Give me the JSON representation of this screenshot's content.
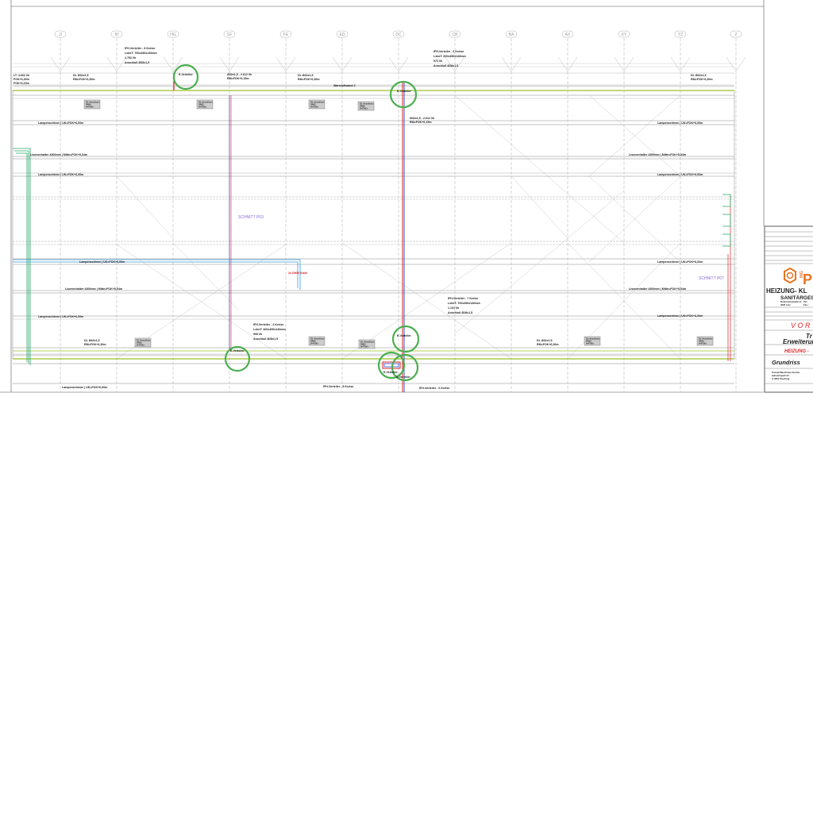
{
  "drawing": {
    "grid_axes": [
      "JI",
      "IH",
      "HG",
      "GF",
      "FE",
      "ED",
      "DC",
      "CB",
      "BA",
      "AX",
      "XY",
      "YZ",
      "Z"
    ],
    "colors": {
      "heating_supply": "#d9262a",
      "heating_return": "#3b4fd8",
      "gas": "#2aa86a",
      "highlight": "#4caf50",
      "floor": "#9bbf2a",
      "orange": "#e8731e"
    },
    "annotations": {
      "ifh8": [
        "IFH-Verteiler - 8 Kreise",
        "LxbxT: 700x450x140mm",
        "1.752 l/h",
        "Anschluß Ø35x1,5"
      ],
      "ifh6": [
        "IFH-Verteiler - 6 Kreise",
        "LxbxT: 600x450x140mm",
        "573 l/h",
        "Anschluß Ø28x1,5"
      ],
      "ifh7": [
        "IFH-Verteiler - 7 Kreise",
        "LxbxT: 700x450x140mm",
        "1.131 l/h",
        "Anschluß Ø28x1,5"
      ],
      "ifh4": [
        "IFH-Verteiler - 4 Kreise",
        "LxbxT: 400x450x140mm",
        "908 l/h",
        "Anschluß Ø28x1,5"
      ],
      "ifh5": "IFH-Verteiler - 5 Kreise",
      "ifh_other": "IFH-Verteiler - 6 Kreise",
      "e_verteiler": "E-Verteiler",
      "lamp": "Lampenschiene | UK=FOK+6,00m",
      "lisene": "Lisenenhalter 4300mm | Mitte=FOK+5,04m",
      "dl": [
        "DL Ø42x1,5",
        "RM=FOK+6,30m"
      ],
      "dl_anschluss": [
        "DL-Anschluss",
        "DN32",
        "H=FOK+"
      ],
      "ifh_pipe": [
        "IFH",
        "Ø42x1,5 - 2.612 l/h",
        "RM=FOK+6,15m"
      ],
      "warmluft": "Warmluftwand 2",
      "red_note": "2x DN50 Stahl",
      "left_values": [
        "LT: 4.662 l/h",
        "FOK+6,30m",
        "FOK+6,15m"
      ],
      "schnitt_p03": "SCHNITT P03",
      "schnitt_p07": "SCHNITT P07"
    }
  },
  "title_block": {
    "company_line1": "HEIZUNG- KL",
    "company_line2": "SANITÄRGES",
    "address": [
      "Rohrmannstraße 14",
      "4020 Linz"
    ],
    "phone": [
      "Tel.:",
      "Fax.:"
    ],
    "logo_text": "ING",
    "logo_letter": "P",
    "stage": "V O R",
    "project_line1": "Tr",
    "project_line2": "Erweiterun",
    "trade": "HEIZUNG  -",
    "plan": "Grundriss",
    "client": [
      "Trumpf Maschinen Austria",
      "Industriepark 24",
      "A-4061 Pasching"
    ]
  }
}
